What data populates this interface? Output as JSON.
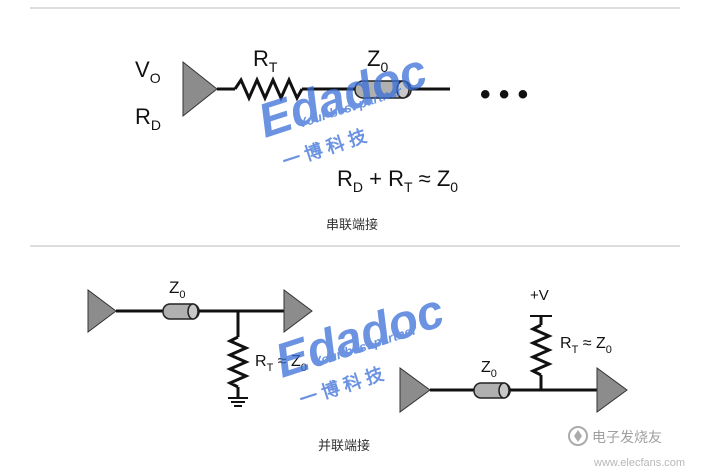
{
  "series_diagram": {
    "source_voltage": "V",
    "source_voltage_sub": "O",
    "source_resistance": "R",
    "source_resistance_sub": "D",
    "term_resistor": "R",
    "term_resistor_sub": "T",
    "line_impedance": "Z",
    "line_impedance_sub": "0",
    "continuation": "• • •",
    "equation_parts": [
      "R",
      "D",
      " + R",
      "T",
      " ≈ Z",
      "0"
    ],
    "caption": "串联端接"
  },
  "parallel_diagram": {
    "left_line_impedance": "Z",
    "left_line_impedance_sub": "0",
    "left_term_label": [
      "R",
      "T",
      " ≈ Z",
      "0"
    ],
    "supply": "+V",
    "right_line_impedance": "Z",
    "right_line_impedance_sub": "0",
    "right_term_label": [
      "R",
      "T",
      " ≈ Z",
      "0"
    ],
    "caption": "并联端接"
  },
  "watermark": {
    "brand": "Edadoc",
    "tagline": "Your best partner",
    "cn": "一 博 科 技"
  },
  "corner_logo": {
    "text": "电子发烧友",
    "url": "www.elecfans.com"
  },
  "colors": {
    "line": "#111111",
    "triangle_fill": "#8c8c8c",
    "coax_fill": "#b0b0b0",
    "watermark": "#3a6fd8"
  }
}
